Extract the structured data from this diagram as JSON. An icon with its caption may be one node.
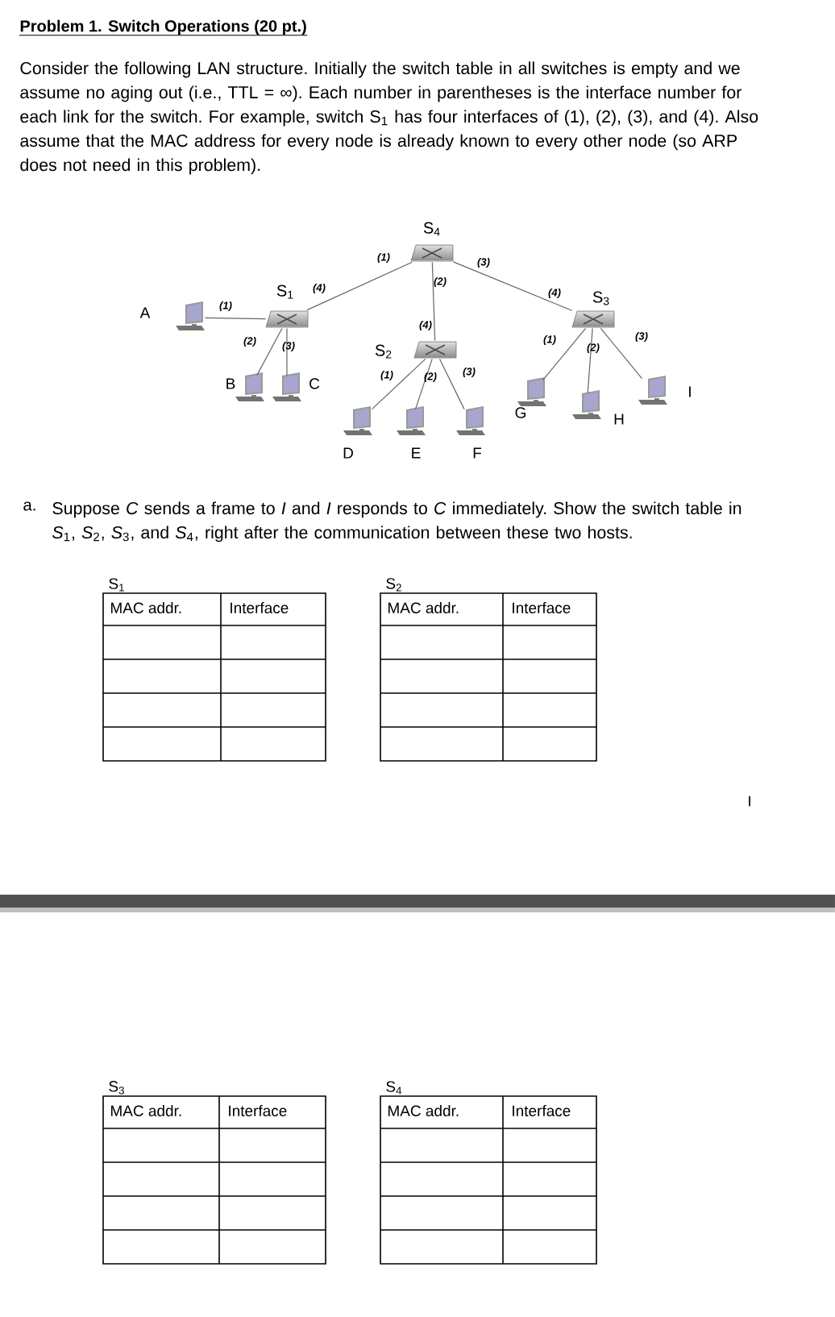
{
  "diagram": {
    "title": "Problem 1. Switch Operations (20 pt.)",
    "nodes": [
      {
        "text": [
          "S$_{4}$"
        ]
      },
      {
        "text": [
          "S$_{1}$"
        ]
      },
      {
        "text": [
          "S$_{3}$"
        ]
      },
      {
        "text": [
          "A"
        ]
      },
      {
        "text": [
          "S$_{2}$"
        ]
      },
      {
        "text": [
          "B"
        ]
      },
      {
        "text": [
          "C"
        ]
      },
      {
        "text": [
          "G"
        ]
      },
      {
        "text": [
          "H"
        ]
      },
      {
        "text": [
          "I"
        ]
      },
      {
        "text": [
          "D"
        ]
      },
      {
        "text": [
          "E"
        ]
      },
      {
        "text": [
          "F"
        ]
      }
    ],
    "edges": [
      {
        "from": 1,
        "to": 0,
        "arrow": "none"
      },
      {
        "from": 0,
        "to": 4,
        "arrow": "none"
      },
      {
        "from": 0,
        "to": 2,
        "arrow": "none"
      },
      {
        "from": 3,
        "to": 1,
        "arrow": "none"
      },
      {
        "from": 1,
        "to": 5,
        "arrow": "none"
      },
      {
        "from": 1,
        "to": 6,
        "arrow": "none"
      },
      {
        "from": 4,
        "to": 10,
        "arrow": "none"
      },
      {
        "from": 4,
        "to": 11,
        "arrow": "none"
      },
      {
        "from": 4,
        "to": 12,
        "arrow": "none"
      },
      {
        "from": 2,
        "to": 7,
        "arrow": "none"
      },
      {
        "from": 2,
        "to": 8,
        "arrow": "none"
      },
      {
        "from": 2,
        "to": 9,
        "arrow": "none"
      }
    ],
    "labels": [
      "Consider the following LAN structure. Initially the switch table in all switches is empty and we assume no aging out (i.e., TTL = ∞). Each number in parentheses is the interface number for each link for the switch. For example, switch S$_{1}$ has four interfaces of (1), (2), (3), and (4). Also assume that the MAC address for every node is already known to every other node (so ARP does not need in this problem).",
      "(1)",
      "(3)",
      "(2)",
      "(4)",
      "(4)",
      "(1)",
      "(4)",
      "(3)",
      "(1)",
      "(2)",
      "(3)",
      "(2)",
      "(3)",
      "(1)",
      "(2)",
      "a.",
      "Suppose *C* sends a frame to *I* and *I* responds to *C* immediately. Show the switch table in *S*$_{1}$, *S*$_{2}$, *S*$_{3}$, and *S*$_{4}$, right after the communication between these two hosts.",
      "S$_{1}$",
      "MAC addr.",
      "Interface",
      "S$_{2}$",
      "MAC addr.",
      "Interface",
      "S$_{3}$",
      "MAC addr.",
      "Interface",
      "S$_{4}$",
      "MAC addr.",
      "Interface",
      "I"
    ]
  }
}
